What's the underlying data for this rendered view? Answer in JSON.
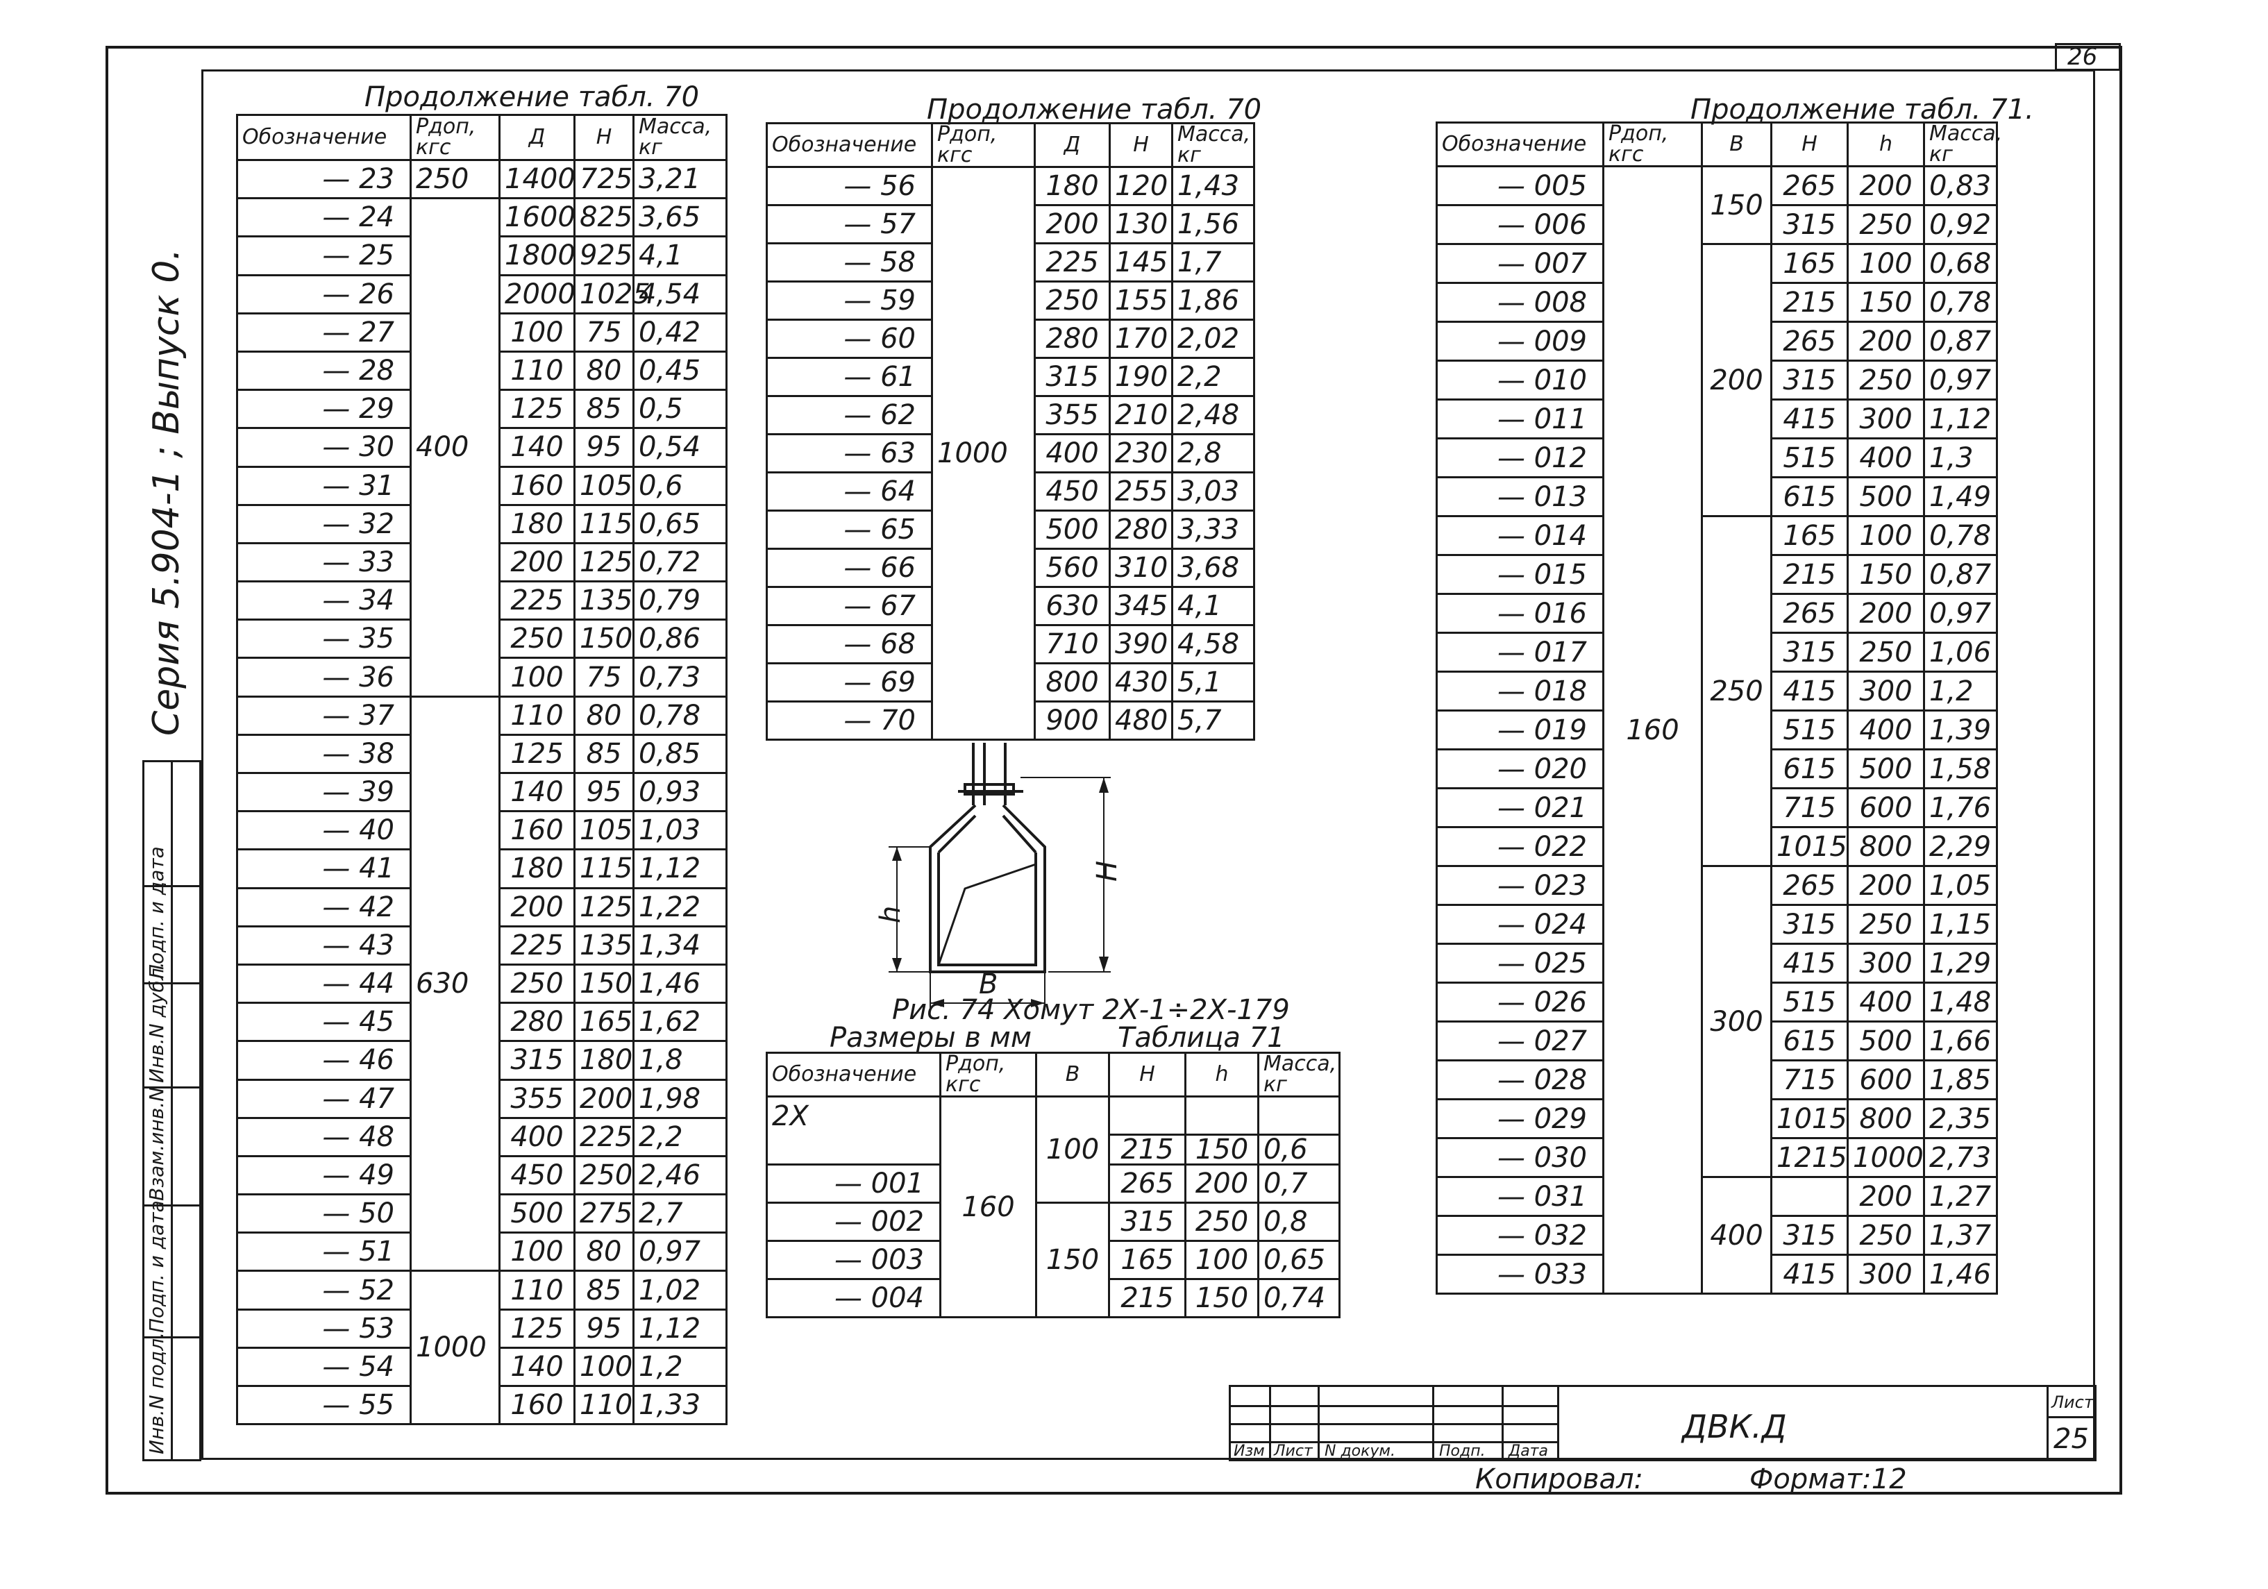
{
  "sheet": {
    "corner_number": "26",
    "sheet_label": "Лист",
    "sheet_number": "25",
    "doc_code": "ДВК.Д",
    "copied_label": "Копировал:",
    "format_label": "Формат:12"
  },
  "series": {
    "text": "Серия 5.904-1 ; Выпуск 0."
  },
  "side_stamp": [
    "Инв.N подл.",
    "Подп. и дата",
    "Взам.инв.N",
    "Инв.N дубл.",
    "Подп. и дата"
  ],
  "title_block": {
    "cols": [
      "Изм",
      "Лист",
      "N докум.",
      "Подп.",
      "Дата"
    ]
  },
  "table1": {
    "caption": "Продолжение табл. 70",
    "headers": [
      "Обозначение",
      "Pдоп, кгс",
      "Д",
      "H",
      "Масса, кг"
    ],
    "groups": [
      {
        "p": "250",
        "start": 0,
        "span": 1
      },
      {
        "p": "400",
        "start": 1,
        "span": 13
      },
      {
        "p": "630",
        "start": 14,
        "span": 15
      },
      {
        "p": "1000",
        "start": 29,
        "span": 5
      }
    ],
    "rows": [
      [
        "— 23",
        "1400",
        "725",
        "3,21"
      ],
      [
        "— 24",
        "1600",
        "825",
        "3,65"
      ],
      [
        "— 25",
        "1800",
        "925",
        "4,1"
      ],
      [
        "— 26",
        "2000",
        "1025",
        "4,54"
      ],
      [
        "— 27",
        "100",
        "75",
        "0,42"
      ],
      [
        "— 28",
        "110",
        "80",
        "0,45"
      ],
      [
        "— 29",
        "125",
        "85",
        "0,5"
      ],
      [
        "— 30",
        "140",
        "95",
        "0,54"
      ],
      [
        "— 31",
        "160",
        "105",
        "0,6"
      ],
      [
        "— 32",
        "180",
        "115",
        "0,65"
      ],
      [
        "— 33",
        "200",
        "125",
        "0,72"
      ],
      [
        "— 34",
        "225",
        "135",
        "0,79"
      ],
      [
        "— 35",
        "250",
        "150",
        "0,86"
      ],
      [
        "— 36",
        "100",
        "75",
        "0,73"
      ],
      [
        "— 37",
        "110",
        "80",
        "0,78"
      ],
      [
        "— 38",
        "125",
        "85",
        "0,85"
      ],
      [
        "— 39",
        "140",
        "95",
        "0,93"
      ],
      [
        "— 40",
        "160",
        "105",
        "1,03"
      ],
      [
        "— 41",
        "180",
        "115",
        "1,12"
      ],
      [
        "— 42",
        "200",
        "125",
        "1,22"
      ],
      [
        "— 43",
        "225",
        "135",
        "1,34"
      ],
      [
        "— 44",
        "250",
        "150",
        "1,46"
      ],
      [
        "— 45",
        "280",
        "165",
        "1,62"
      ],
      [
        "— 46",
        "315",
        "180",
        "1,8"
      ],
      [
        "— 47",
        "355",
        "200",
        "1,98"
      ],
      [
        "— 48",
        "400",
        "225",
        "2,2"
      ],
      [
        "— 49",
        "450",
        "250",
        "2,46"
      ],
      [
        "— 50",
        "500",
        "275",
        "2,7"
      ],
      [
        "— 51",
        "100",
        "80",
        "0,97"
      ],
      [
        "— 52",
        "110",
        "85",
        "1,02"
      ],
      [
        "— 53",
        "125",
        "95",
        "1,12"
      ],
      [
        "— 54",
        "140",
        "100",
        "1,2"
      ],
      [
        "— 55",
        "160",
        "110",
        "1,33"
      ]
    ]
  },
  "table2": {
    "caption": "Продолжение табл. 70",
    "headers": [
      "Обозначение",
      "Pдоп, кгс",
      "Д",
      "H",
      "Масса, кг"
    ],
    "p": "1000",
    "rows": [
      [
        "— 56",
        "180",
        "120",
        "1,43"
      ],
      [
        "— 57",
        "200",
        "130",
        "1,56"
      ],
      [
        "— 58",
        "225",
        "145",
        "1,7"
      ],
      [
        "— 59",
        "250",
        "155",
        "1,86"
      ],
      [
        "— 60",
        "280",
        "170",
        "2,02"
      ],
      [
        "— 61",
        "315",
        "190",
        "2,2"
      ],
      [
        "— 62",
        "355",
        "210",
        "2,48"
      ],
      [
        "— 63",
        "400",
        "230",
        "2,8"
      ],
      [
        "— 64",
        "450",
        "255",
        "3,03"
      ],
      [
        "— 65",
        "500",
        "280",
        "3,33"
      ],
      [
        "— 66",
        "560",
        "310",
        "3,68"
      ],
      [
        "— 67",
        "630",
        "345",
        "4,1"
      ],
      [
        "— 68",
        "710",
        "390",
        "4,58"
      ],
      [
        "— 69",
        "800",
        "430",
        "5,1"
      ],
      [
        "— 70",
        "900",
        "480",
        "5,7"
      ]
    ]
  },
  "figure": {
    "label_h_big": "H",
    "label_h_small": "h",
    "label_b": "B",
    "caption": "Рис. 74 Хомут 2Х-1÷2Х-179",
    "sizes_label": "Размеры в мм",
    "table_label": "Таблица 71"
  },
  "table3": {
    "headers": [
      "Обозначение",
      "Pдоп, кгс",
      "В",
      "H",
      "h",
      "Масса, кг"
    ],
    "first_row": "2Х",
    "p": "160",
    "rows": [
      [
        "— 001",
        "100",
        "215",
        "150",
        "0,6"
      ],
      [
        "",
        "",
        "265",
        "200",
        "0,7"
      ],
      [
        "— 002",
        "",
        "315",
        "250",
        "0,8"
      ],
      [
        "— 003",
        "150",
        "165",
        "100",
        "0,65"
      ],
      [
        "— 004",
        "",
        "215",
        "150",
        "0,74"
      ]
    ]
  },
  "table4": {
    "caption": "Продолжение табл. 71.",
    "headers": [
      "Обозначение",
      "Pдоп, кгс",
      "В",
      "H",
      "h",
      "Масса, кг"
    ],
    "p": "160",
    "b_groups": [
      {
        "b": "150",
        "start": 0,
        "span": 2
      },
      {
        "b": "200",
        "start": 2,
        "span": 7
      },
      {
        "b": "250",
        "start": 9,
        "span": 9
      },
      {
        "b": "300",
        "start": 18,
        "span": 8
      },
      {
        "b": "400",
        "start": 26,
        "span": 3
      }
    ],
    "rows": [
      [
        "— 005",
        "265",
        "200",
        "0,83"
      ],
      [
        "— 006",
        "315",
        "250",
        "0,92"
      ],
      [
        "— 007",
        "165",
        "100",
        "0,68"
      ],
      [
        "— 008",
        "215",
        "150",
        "0,78"
      ],
      [
        "— 009",
        "265",
        "200",
        "0,87"
      ],
      [
        "— 010",
        "315",
        "250",
        "0,97"
      ],
      [
        "— 011",
        "415",
        "300",
        "1,12"
      ],
      [
        "— 012",
        "515",
        "400",
        "1,3"
      ],
      [
        "— 013",
        "615",
        "500",
        "1,49"
      ],
      [
        "— 014",
        "165",
        "100",
        "0,78"
      ],
      [
        "— 015",
        "215",
        "150",
        "0,87"
      ],
      [
        "— 016",
        "265",
        "200",
        "0,97"
      ],
      [
        "— 017",
        "315",
        "250",
        "1,06"
      ],
      [
        "— 018",
        "415",
        "300",
        "1,2"
      ],
      [
        "— 019",
        "515",
        "400",
        "1,39"
      ],
      [
        "— 020",
        "615",
        "500",
        "1,58"
      ],
      [
        "— 021",
        "715",
        "600",
        "1,76"
      ],
      [
        "— 022",
        "1015",
        "800",
        "2,29"
      ],
      [
        "— 023",
        "265",
        "200",
        "1,05"
      ],
      [
        "— 024",
        "315",
        "250",
        "1,15"
      ],
      [
        "— 025",
        "415",
        "300",
        "1,29"
      ],
      [
        "— 026",
        "515",
        "400",
        "1,48"
      ],
      [
        "— 027",
        "615",
        "500",
        "1,66"
      ],
      [
        "— 028",
        "715",
        "600",
        "1,85"
      ],
      [
        "— 029",
        "1015",
        "800",
        "2,35"
      ],
      [
        "— 030",
        "1215",
        "1000",
        "2,73"
      ],
      [
        "— 031",
        "",
        "200",
        "1,27"
      ],
      [
        "— 032",
        "315",
        "250",
        "1,37"
      ],
      [
        "— 033",
        "415",
        "300",
        "1,46"
      ]
    ]
  }
}
